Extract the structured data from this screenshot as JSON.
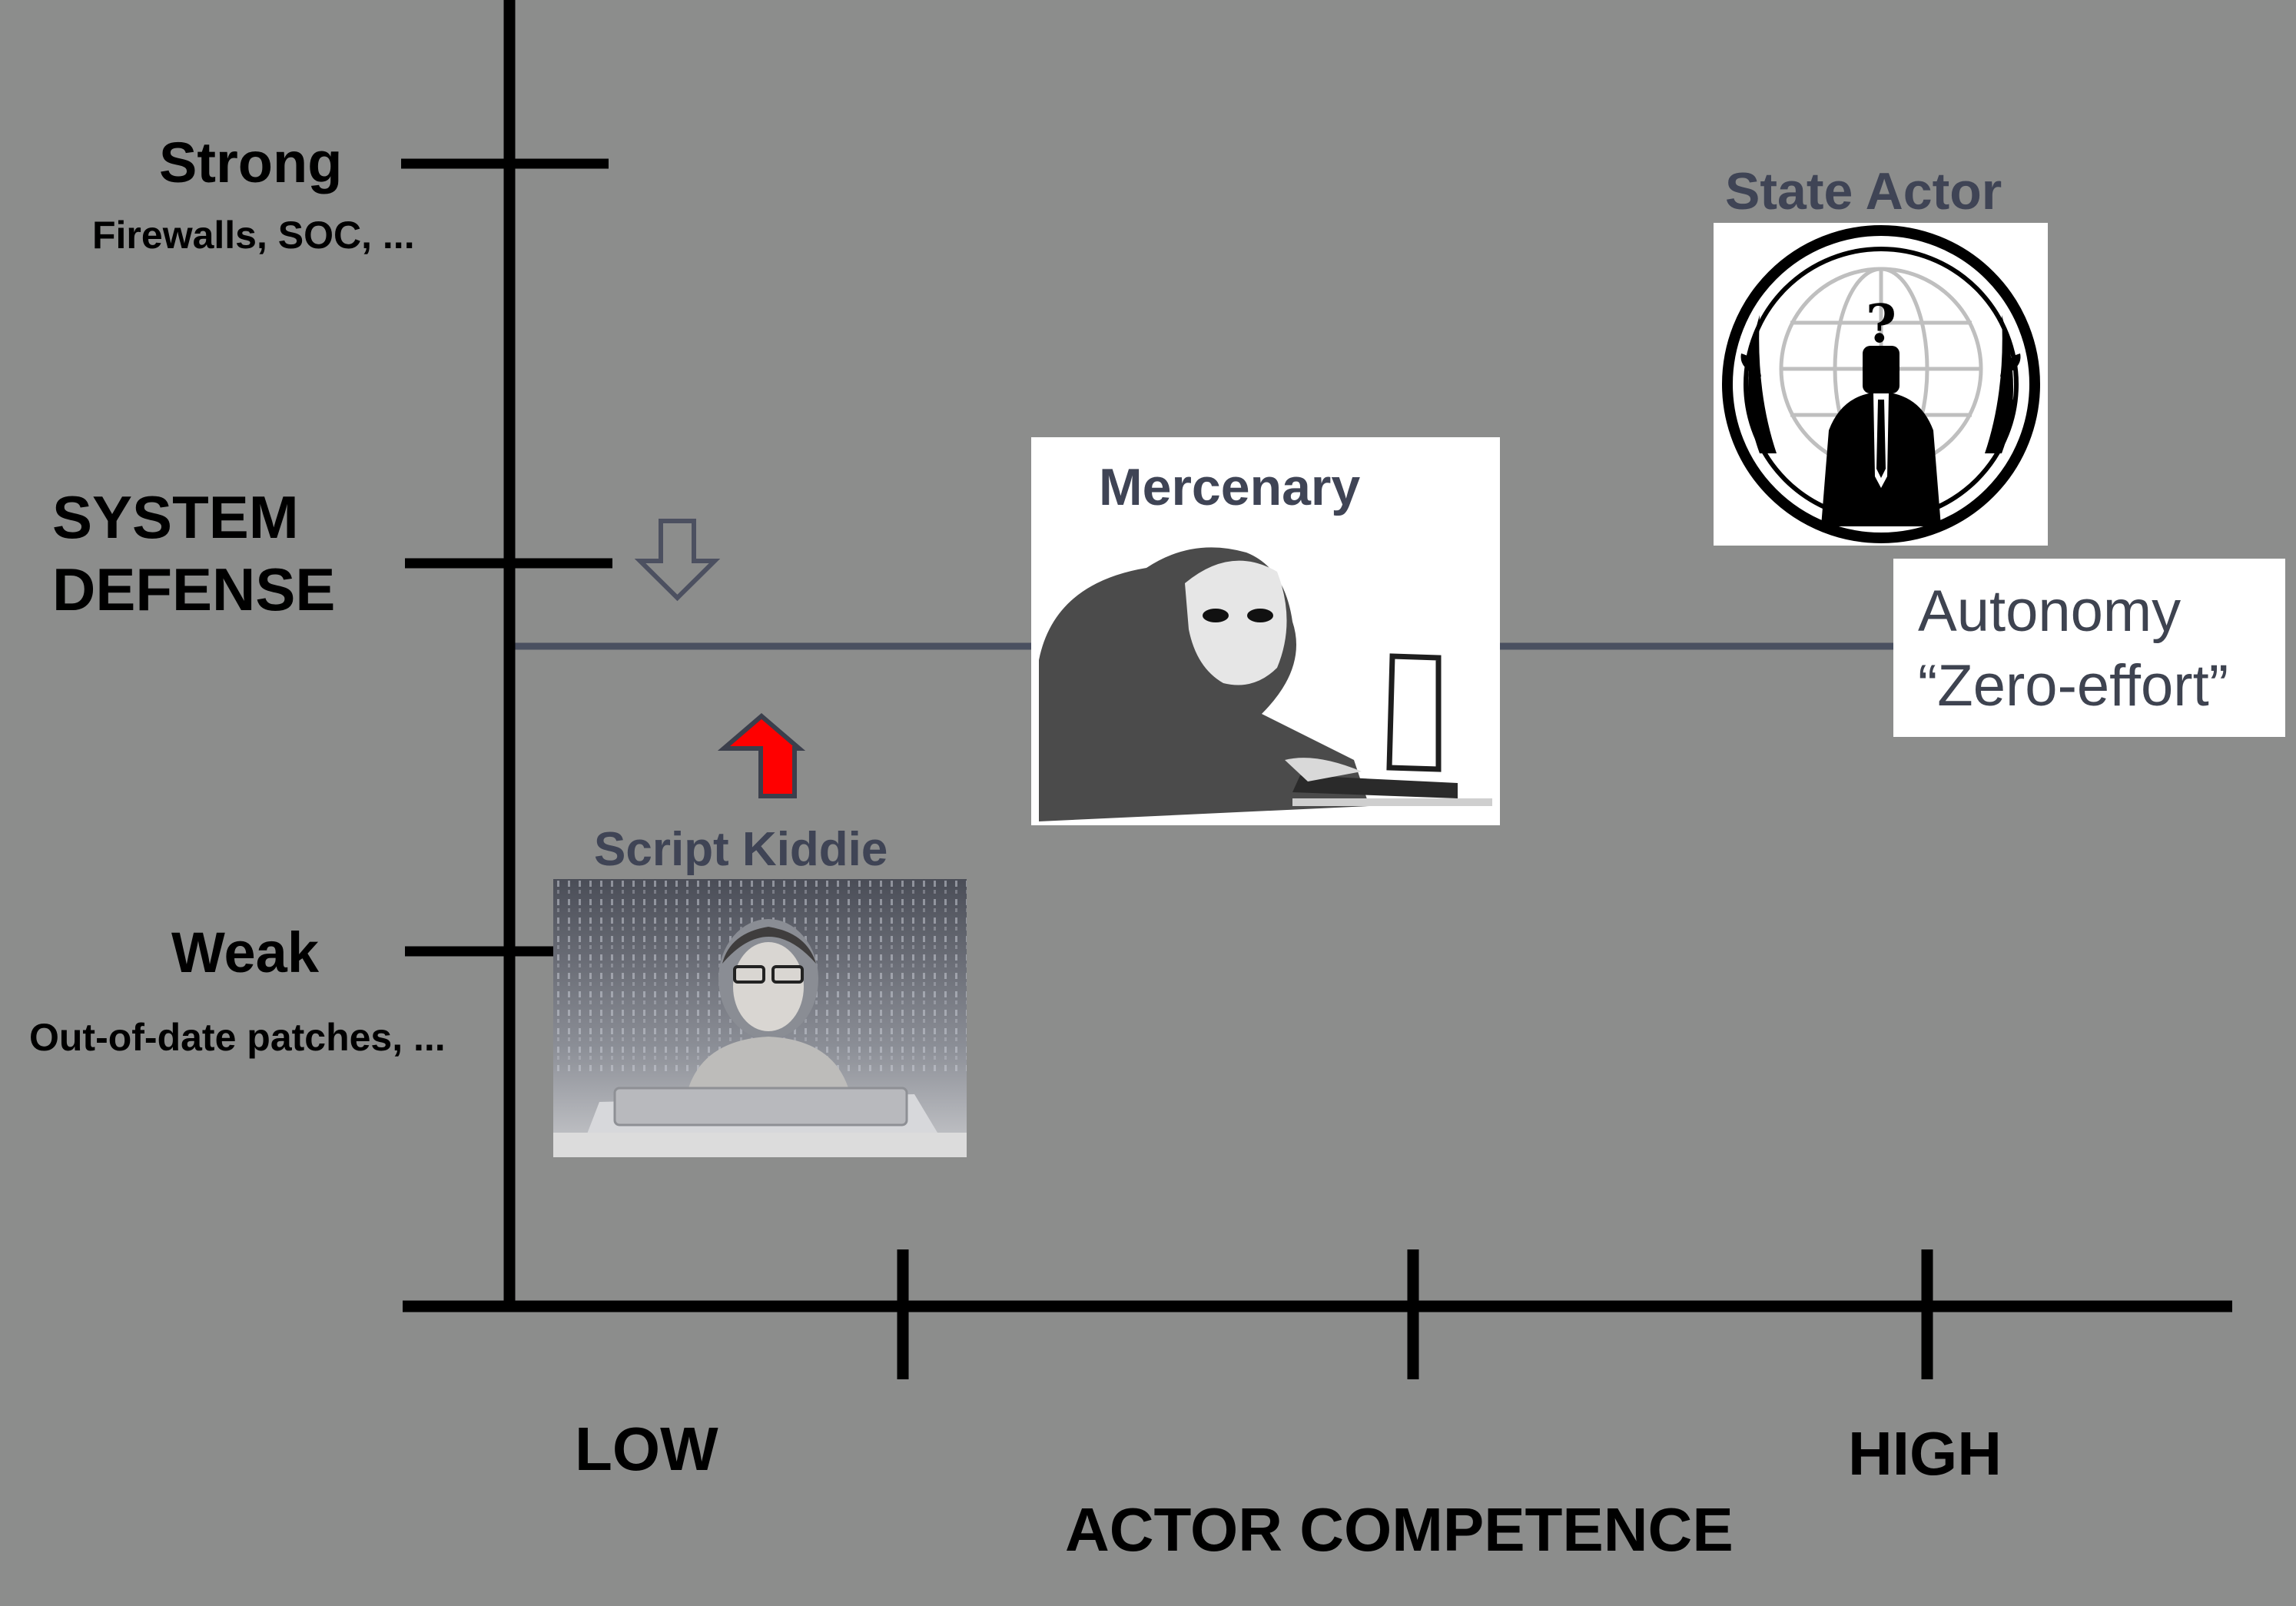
{
  "y_axis": {
    "title_line1": "SYSTEM",
    "title_line2": "DEFENSE",
    "strong_label": "Strong",
    "strong_note": "Firewalls, SOC, ...",
    "weak_label": "Weak",
    "weak_note": "Out-of-date patches, ..."
  },
  "x_axis": {
    "low_label": "LOW",
    "high_label": "HIGH",
    "title": "ACTOR COMPETENCE"
  },
  "actors": {
    "script_kiddie": "Script Kiddie",
    "mercenary": "Mercenary",
    "state_actor": "State Actor"
  },
  "autonomy_note": {
    "line1": "Autonomy",
    "line2": "“Zero-effort”"
  },
  "icons": {
    "down_arrow": "down-arrow-icon",
    "up_arrow": "up-arrow-icon"
  },
  "colors": {
    "background": "#8c8d8c",
    "axis": "#000000",
    "threshold_line": "#4a5060",
    "up_arrow": "#ff0000",
    "down_arrow": "#8c8d8c",
    "actor_label": "#3f4455"
  }
}
